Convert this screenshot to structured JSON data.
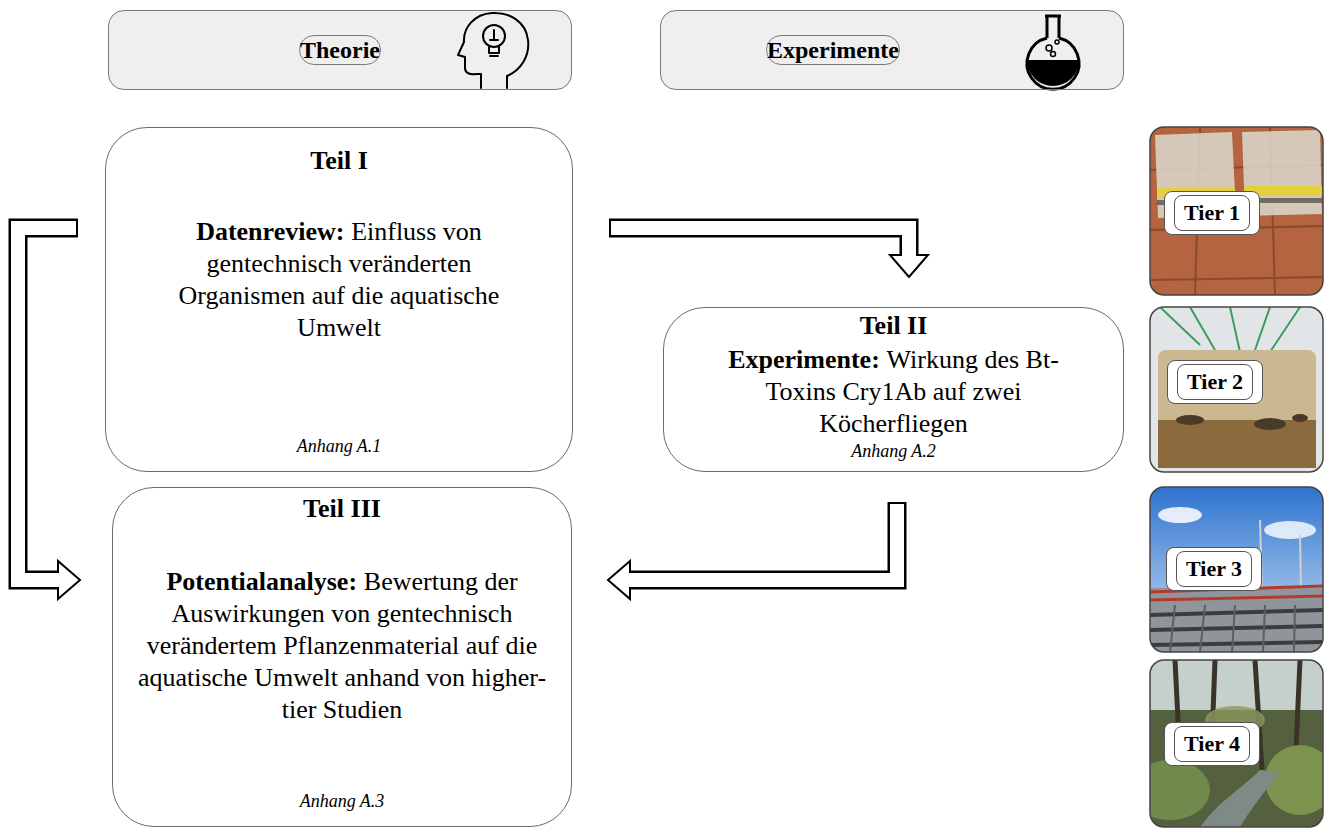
{
  "diagram": {
    "nodes": [
      {
        "text": [
          "Theorie"
        ]
      },
      {
        "text": [
          "Experimente"
        ]
      },
      {
        "text": [
          "Teil I",
          "Datenreview:",
          "Einfluss von gentechnisch veränderten Organismen auf die aquatische Umwelt",
          "Anhang A.1"
        ]
      },
      {
        "text": [
          "Teil II",
          "Experimente:",
          "Wirkung des Bt-Toxins Cry1Ab auf zwei Köcherfliegen",
          "Anhang A.2"
        ]
      },
      {
        "text": [
          "Teil III",
          "Potentialanalyse:",
          "Bewertung der Auswirkungen von gentechnisch verändertem Pflanzenmaterial auf die aquatische Umwelt anhand von higher-tier Studien",
          "Anhang A.3"
        ]
      },
      {
        "text": [
          "Tier 1"
        ]
      },
      {
        "text": [
          "Tier 2"
        ]
      },
      {
        "text": [
          "Tier 3"
        ]
      },
      {
        "text": [
          "Tier 4"
        ]
      }
    ],
    "edges": [
      {
        "from": 2,
        "to": 3,
        "arrow": "to"
      },
      {
        "from": 2,
        "to": 4,
        "arrow": "to"
      },
      {
        "from": 3,
        "to": 4,
        "arrow": "to"
      }
    ]
  }
}
